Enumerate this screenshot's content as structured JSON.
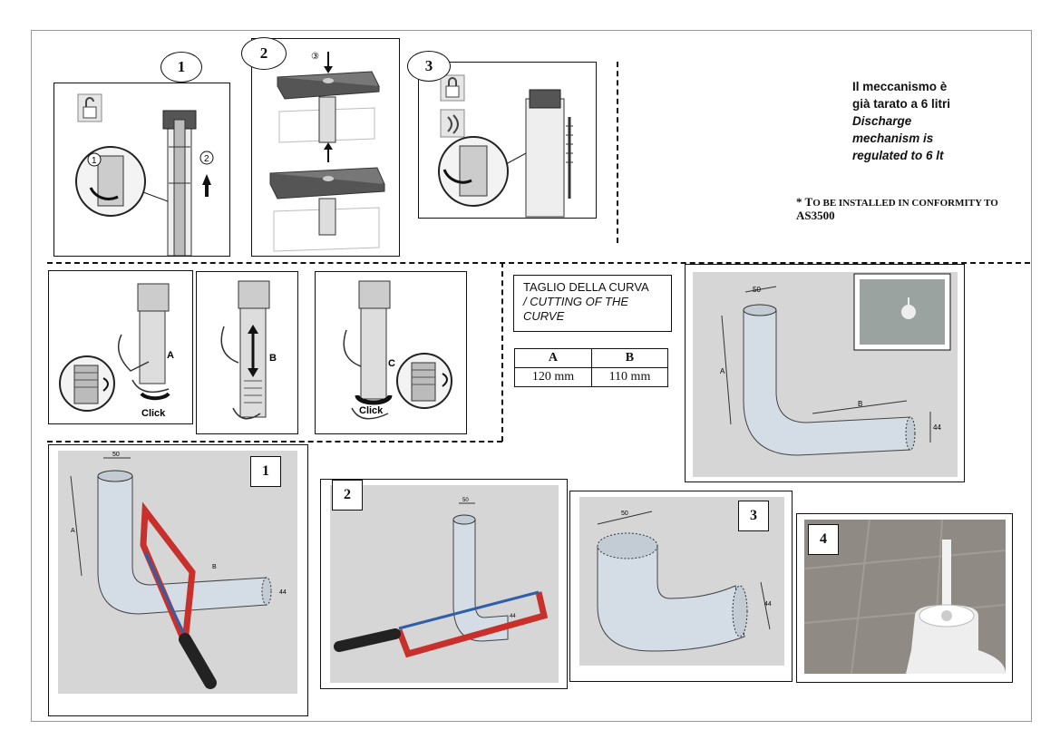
{
  "steps_top": [
    "1",
    "2",
    "3"
  ],
  "step2_marker": "③",
  "note": {
    "line1": "Il meccanismo è",
    "line2": "già tarato a 6 litri",
    "line3": "Discharge",
    "line4": "mechanism is",
    "line5": "regulated to 6 lt"
  },
  "conformity": {
    "line1_prefix": "* T",
    "line1_rest": "O BE INSTALLED IN CONFORMITY TO",
    "line2": "AS3500"
  },
  "adjust_labels": [
    "A",
    "B",
    "C"
  ],
  "click_label": "Click",
  "cutting": {
    "title_it": "TAGLIO DELLA CURVA",
    "title_en_1": "/ CUTTING OF THE",
    "title_en_2": "CURVE"
  },
  "table": {
    "headers": [
      "A",
      "B"
    ],
    "values": [
      "120 mm",
      "110 mm"
    ]
  },
  "dims": {
    "diameter": "50",
    "bend": "44",
    "a": "A",
    "b": "B"
  },
  "cut_steps": [
    "1",
    "2",
    "3",
    "4"
  ],
  "colors": {
    "pipe": "#d4dde6",
    "saw": "#c8302c",
    "blade": "#2f5fa8",
    "panel_bg": "#d6d6d6"
  }
}
